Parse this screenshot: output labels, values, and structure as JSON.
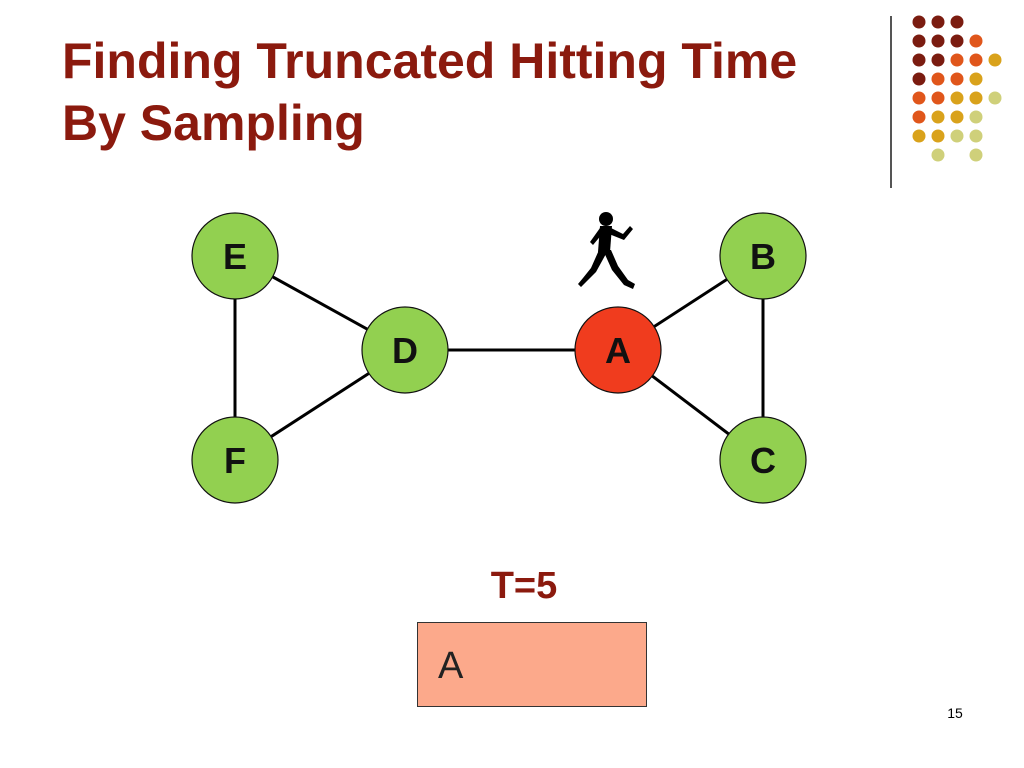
{
  "slide": {
    "title_line1": "Finding Truncated Hitting Time",
    "title_line2": "By Sampling",
    "page_number": "15"
  },
  "colors": {
    "title": "#8b1a0e",
    "node_default": "#92d050",
    "node_target": "#f03c1e",
    "sample_box": "#fca98b",
    "edge": "#000000"
  },
  "graph": {
    "nodes": [
      {
        "id": "E",
        "label": "E",
        "state": "default"
      },
      {
        "id": "D",
        "label": "D",
        "state": "default"
      },
      {
        "id": "F",
        "label": "F",
        "state": "default"
      },
      {
        "id": "A",
        "label": "A",
        "state": "target"
      },
      {
        "id": "B",
        "label": "B",
        "state": "default"
      },
      {
        "id": "C",
        "label": "C",
        "state": "default"
      }
    ],
    "edges": [
      [
        "E",
        "D"
      ],
      [
        "E",
        "F"
      ],
      [
        "F",
        "D"
      ],
      [
        "D",
        "A"
      ],
      [
        "A",
        "B"
      ],
      [
        "A",
        "C"
      ],
      [
        "B",
        "C"
      ]
    ],
    "walker_icon": "walking-person-icon"
  },
  "sampling": {
    "time_label": "T=5",
    "samples": "A"
  }
}
